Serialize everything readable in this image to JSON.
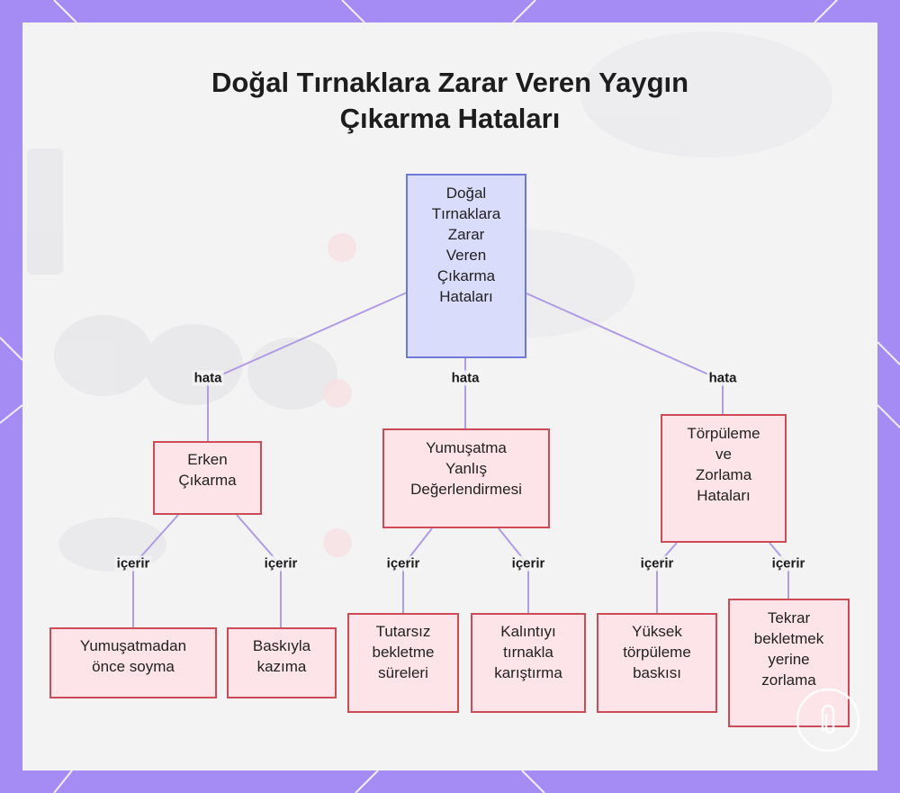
{
  "title": [
    "Doğal Tırnaklara Zarar Veren Yaygın",
    "Çıkarma Hataları"
  ],
  "colors": {
    "frame": "#a58cf4",
    "panel": "#f3f3f4",
    "root_fill": "#d9dcfb",
    "root_border": "#6f7ad8",
    "node_fill": "#fde4e8",
    "node_border": "#cd4b57",
    "edge": "#b09ce4"
  },
  "root": {
    "lines": [
      "Doğal",
      "Tırnaklara",
      "Zarar",
      "Veren",
      "Çıkarma",
      "Hataları"
    ]
  },
  "edge_labels": {
    "level1": "hata",
    "level2": "içerir"
  },
  "categories": [
    {
      "lines": [
        "Erken",
        "Çıkarma"
      ],
      "children": [
        {
          "lines": [
            "Yumuşatmadan",
            "önce soyma"
          ]
        },
        {
          "lines": [
            "Baskıyla",
            "kazıma"
          ]
        }
      ]
    },
    {
      "lines": [
        "Yumuşatma",
        "Yanlış",
        "Değerlendirmesi"
      ],
      "children": [
        {
          "lines": [
            "Tutarsız",
            "bekletme",
            "süreleri"
          ]
        },
        {
          "lines": [
            "Kalıntıyı",
            "tırnakla",
            "karıştırma"
          ]
        }
      ]
    },
    {
      "lines": [
        "Törpüleme",
        "ve",
        "Zorlama",
        "Hataları"
      ],
      "children": [
        {
          "lines": [
            "Yüksek",
            "törpüleme",
            "baskısı"
          ]
        },
        {
          "lines": [
            "Tekrar",
            "bekletmek",
            "yerine",
            "zorlama"
          ]
        }
      ]
    }
  ],
  "icons": {
    "logo": "paperclip-badge-icon"
  }
}
